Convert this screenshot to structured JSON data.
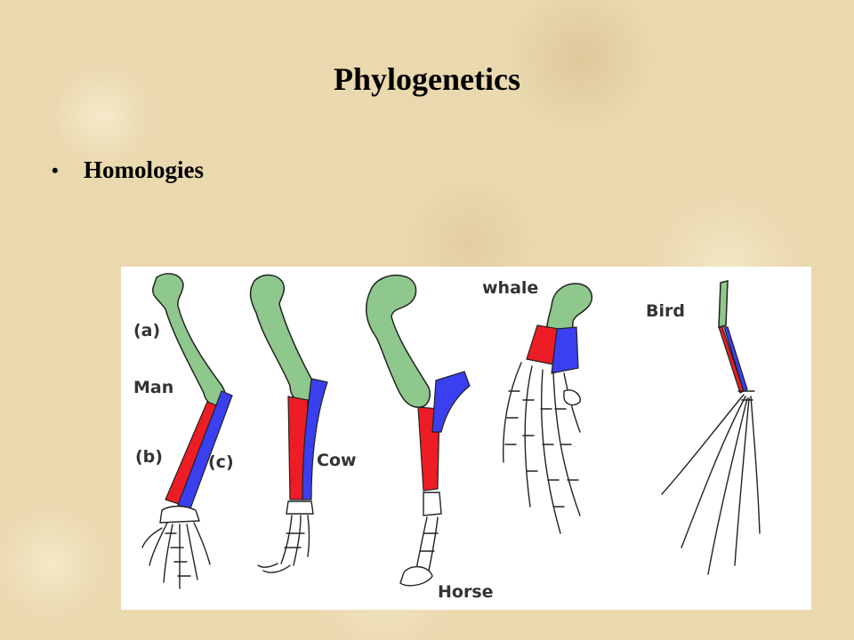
{
  "slide": {
    "title": "Phylogenetics",
    "bullets": [
      {
        "marker": "•",
        "text": "Homologies"
      }
    ]
  },
  "figure": {
    "labels": {
      "a": "(a)",
      "man": "Man",
      "b": "(b)",
      "c": "(c)",
      "cow": "Cow",
      "horse": "Horse",
      "whale": "whale",
      "bird": "Bird"
    },
    "colors": {
      "humerus": "#8fc88c",
      "radius": "#ee1c24",
      "ulna": "#3a3ff0",
      "hand": "#ffffff",
      "background": "#ffffff"
    }
  }
}
